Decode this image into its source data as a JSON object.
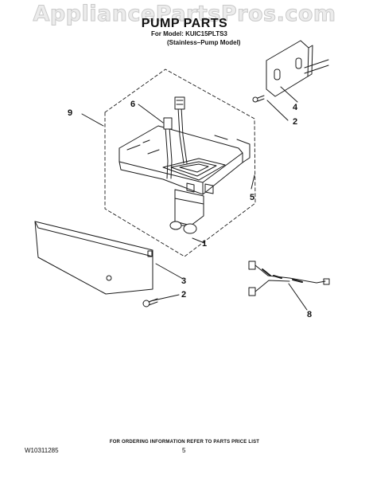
{
  "watermark": "AppliancePartsPros.com",
  "title": "PUMP PARTS",
  "model_line": "For Model: KUIC15PLTS3",
  "model_sub": "(Stainless–Pump Model)",
  "callouts": {
    "c1": "1",
    "c2a": "2",
    "c2b": "2",
    "c3": "3",
    "c4": "4",
    "c5": "5",
    "c6": "6",
    "c8": "8",
    "c9": "9"
  },
  "footer_note": "FOR ORDERING INFORMATION REFER TO PARTS PRICE LIST",
  "doc_number": "W10311285",
  "page_number": "5"
}
